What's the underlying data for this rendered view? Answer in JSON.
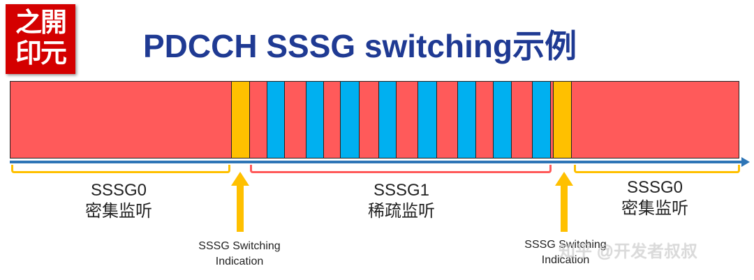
{
  "logo": {
    "text": "之開印元"
  },
  "title": "PDCCH SSSG switching示例",
  "regions": [
    {
      "name": "SSSG0",
      "desc": "密集监听"
    },
    {
      "name": "SSSG1",
      "desc": "稀疏监听"
    },
    {
      "name": "SSSG0",
      "desc": "密集监听"
    }
  ],
  "indications": [
    {
      "line1": "SSSG Switching",
      "line2": "Indication"
    },
    {
      "line1": "SSSG Switching",
      "line2": "Indication"
    }
  ],
  "watermark": "知乎 @开发者叔叔",
  "colors": {
    "monitoring_dense": "#ff5a5a",
    "switch_indication": "#ffc000",
    "pdcch_occasion": "#00b0f0",
    "axis": "#2e75b6",
    "title": "#1f3a93"
  }
}
